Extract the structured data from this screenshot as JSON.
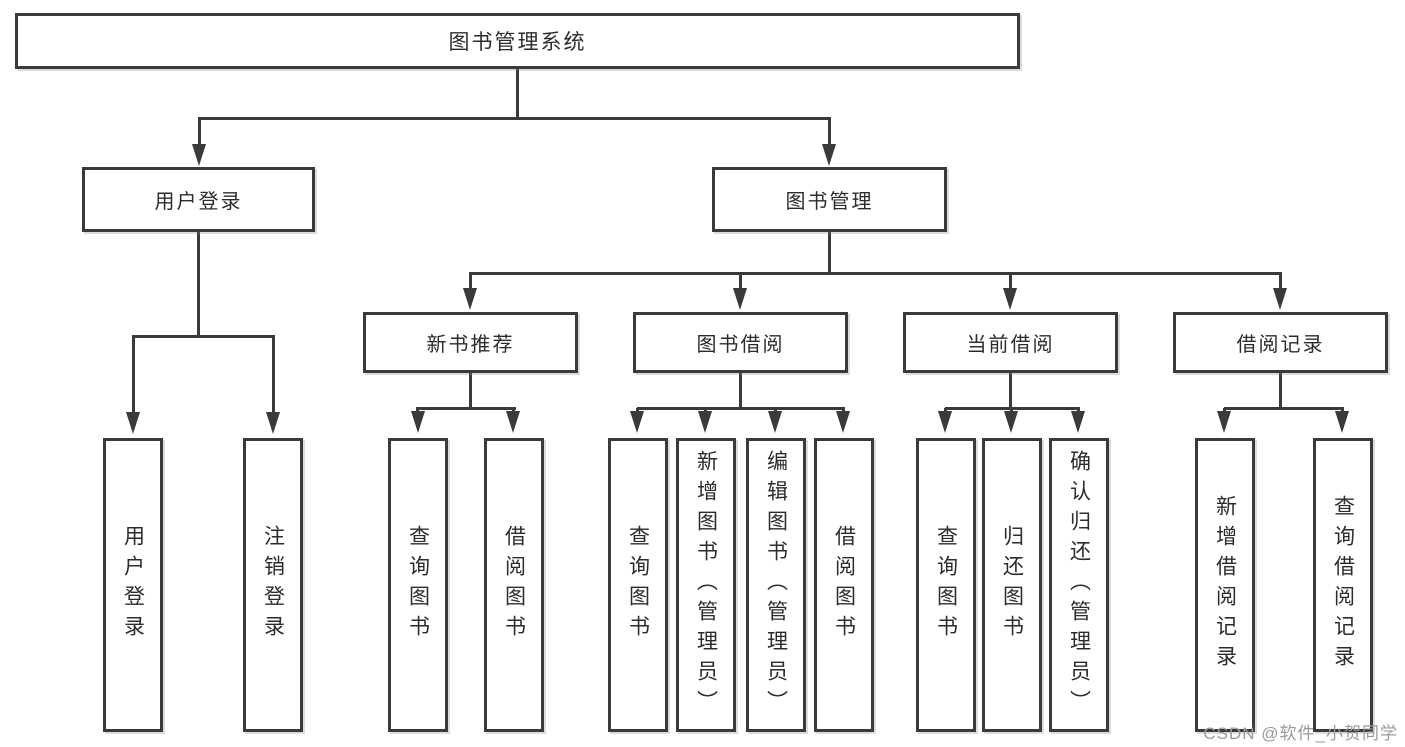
{
  "nodes": {
    "root": "图书管理系统",
    "user_login": "用户登录",
    "book_mgmt": "图书管理",
    "new_book_rec": "新书推荐",
    "book_borrowing": "图书借阅",
    "current_borrowing": "当前借阅",
    "borrowing_records": "借阅记录",
    "ul_user_login": "用户登录",
    "ul_logout": "注销登录",
    "nbr_query_books": "查询图书",
    "nbr_borrow_books": "借阅图书",
    "bb_query_books": "查询图书",
    "bb_add_books_admin": "新增图书（管理员）",
    "bb_edit_books_admin": "编辑图书（管理员）",
    "bb_borrow_books": "借阅图书",
    "cb_query_books": "查询图书",
    "cb_return_books": "归还图书",
    "cb_confirm_return_admin": "确认归还（管理员）",
    "br_add_record": "新增借阅记录",
    "br_query_record": "查询借阅记录"
  },
  "hierarchy": {
    "root": [
      "user_login",
      "book_mgmt"
    ],
    "user_login": [
      "ul_user_login",
      "ul_logout"
    ],
    "book_mgmt": [
      "new_book_rec",
      "book_borrowing",
      "current_borrowing",
      "borrowing_records"
    ],
    "new_book_rec": [
      "nbr_query_books",
      "nbr_borrow_books"
    ],
    "book_borrowing": [
      "bb_query_books",
      "bb_add_books_admin",
      "bb_edit_books_admin",
      "bb_borrow_books"
    ],
    "current_borrowing": [
      "cb_query_books",
      "cb_return_books",
      "cb_confirm_return_admin"
    ],
    "borrowing_records": [
      "br_add_record",
      "br_query_record"
    ]
  },
  "watermark": "CSDN @软件_小贺同学",
  "colors": {
    "line": "#3a3a3a",
    "text": "#2c2c2c",
    "box_background": "#ffffff",
    "page_background": "#ffffff",
    "watermark": "#9b9b9b"
  }
}
